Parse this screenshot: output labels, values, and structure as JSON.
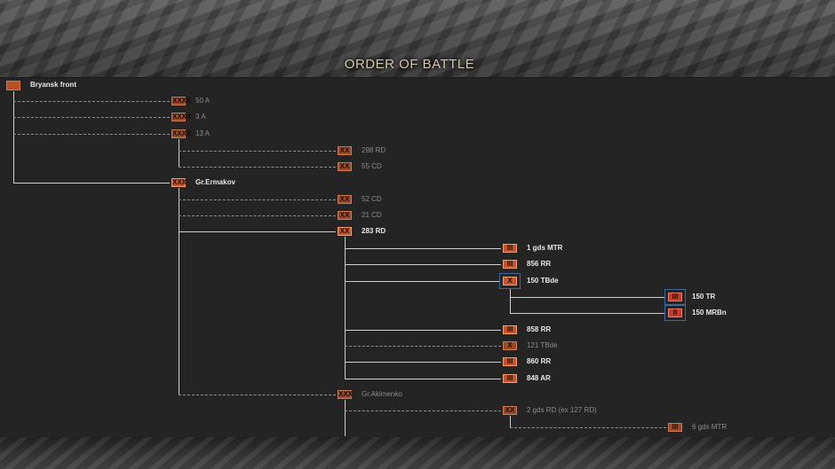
{
  "screen": {
    "title": "ORDER OF BATTLE"
  },
  "units": [
    {
      "id": "bryansk",
      "label": "Bryansk front",
      "echelon": "",
      "state": "normal"
    },
    {
      "id": "a50",
      "label": "50 A",
      "echelon": "XXXX",
      "state": "dim"
    },
    {
      "id": "a3",
      "label": "3 A",
      "echelon": "XXXX",
      "state": "dim"
    },
    {
      "id": "a13",
      "label": "13 A",
      "echelon": "XXXX",
      "state": "dim"
    },
    {
      "id": "rd298",
      "label": "298 RD",
      "echelon": "XX",
      "state": "dim"
    },
    {
      "id": "cd55",
      "label": "55 CD",
      "echelon": "XX",
      "state": "dim"
    },
    {
      "id": "ermakov",
      "label": "Gr.Ermakov",
      "echelon": "XXX",
      "state": "normal"
    },
    {
      "id": "cd52",
      "label": "52 CD",
      "echelon": "XX",
      "state": "dim"
    },
    {
      "id": "cd21",
      "label": "21 CD",
      "echelon": "XX",
      "state": "dim"
    },
    {
      "id": "rd283",
      "label": "283 RD",
      "echelon": "XX",
      "state": "normal"
    },
    {
      "id": "mtr1",
      "label": "1 gds MTR",
      "echelon": "III",
      "state": "normal"
    },
    {
      "id": "rr856",
      "label": "856 RR",
      "echelon": "III",
      "state": "normal"
    },
    {
      "id": "tbde150",
      "label": "150 TBde",
      "echelon": "X",
      "state": "normal"
    },
    {
      "id": "tr150",
      "label": "150 TR",
      "echelon": "III",
      "state": "normal"
    },
    {
      "id": "mrbn150",
      "label": "150 MRBn",
      "echelon": "II",
      "state": "normal"
    },
    {
      "id": "rr858",
      "label": "858 RR",
      "echelon": "III",
      "state": "normal"
    },
    {
      "id": "tbde121",
      "label": "121 TBde",
      "echelon": "X",
      "state": "dim"
    },
    {
      "id": "rr860",
      "label": "860 RR",
      "echelon": "III",
      "state": "normal"
    },
    {
      "id": "ar848",
      "label": "848 AR",
      "echelon": "III",
      "state": "normal"
    },
    {
      "id": "akimenko",
      "label": "Gr.Akimenko",
      "echelon": "XXX",
      "state": "dim"
    },
    {
      "id": "gds2rd",
      "label": "2 gds RD (ex 127 RD)",
      "echelon": "XX",
      "state": "dim"
    },
    {
      "id": "mtr6",
      "label": "6 gds MTR",
      "echelon": "III",
      "state": "dim"
    }
  ]
}
